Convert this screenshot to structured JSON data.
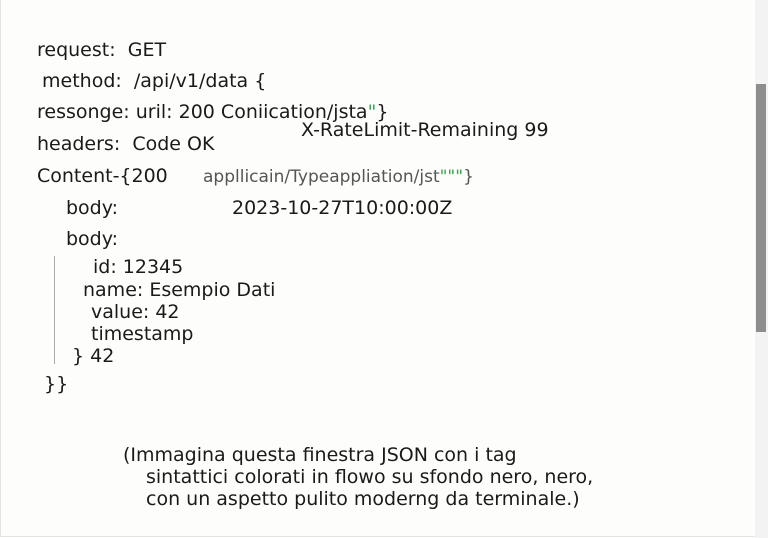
{
  "lines": {
    "l1": {
      "key": "request:",
      "val": "GET"
    },
    "l2": {
      "key": "method:",
      "val": "/api/v1/data {"
    },
    "l3": {
      "key": "ressonge:",
      "val": "uril: 200",
      "extra": "Coniication/jsta",
      "quote": "\"",
      "brace": "}"
    },
    "l4": {
      "val": "X-RateLimit-Remaining 99"
    },
    "l5": {
      "key": "headers:",
      "val": "Code OK"
    },
    "l6": {
      "key": "Content-",
      "val": "{200",
      "extra": "appllicain/Typeappliation/jst",
      "quote": "\"\"\"",
      "brace": "}"
    },
    "l7": {
      "key": "body:",
      "val": "2023-10-27T10:00:00Z"
    },
    "l8": {
      "key": "body:"
    },
    "l9": "id:  12345",
    "l10": "name: Esempio Dati",
    "l11": "value: 42",
    "l12": "timestamp",
    "l13": "} 42",
    "l14": "}}"
  },
  "note": {
    "line1": "(Immagina questa finestra JSON con i tag",
    "line2": "sintattici colorati in flowo su sfondo nero, nero,",
    "line3": "con un aspetto pulito moderng da terminale.)"
  },
  "colors": {
    "accent_quote": "#3aa655",
    "scrollbar_thumb": "#8e8e8e"
  }
}
